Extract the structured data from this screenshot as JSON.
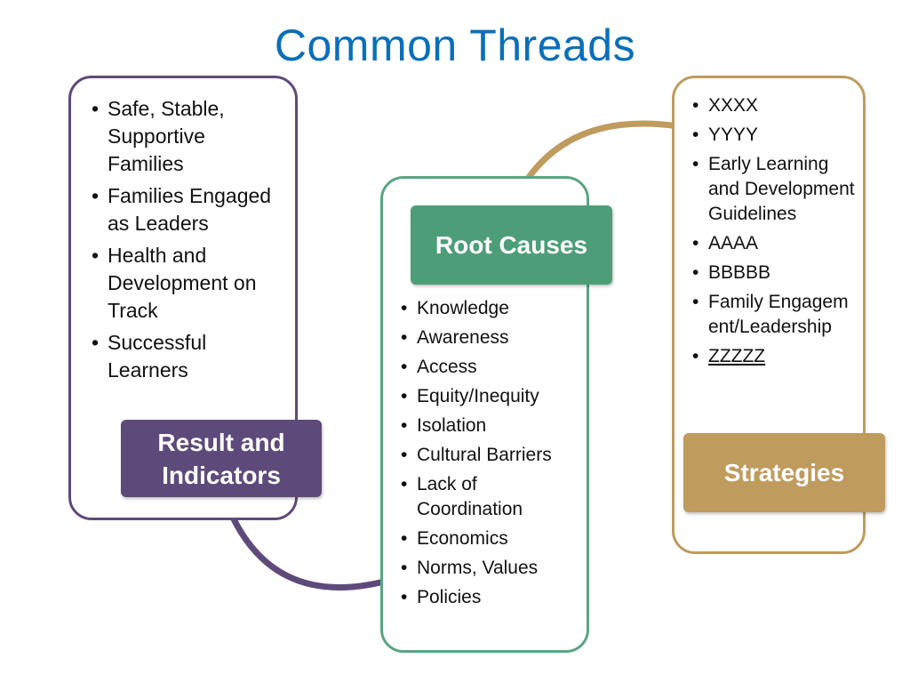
{
  "title": "Common Threads",
  "colors": {
    "title": "#0a6fb8",
    "purple": "#5e4a7a",
    "green": "#4d9e78",
    "tan": "#bf9b5e"
  },
  "panels": {
    "result": {
      "label_line1": "Result and",
      "label_line2": "Indicators",
      "items": [
        "Safe, Stable, Supportive Families",
        "Families Engaged as Leaders",
        "Health and Development on Track",
        "Successful Learners"
      ]
    },
    "root_causes": {
      "label": "Root Causes",
      "items": [
        "Knowledge",
        "Awareness",
        "Access",
        "Equity/Inequity",
        "Isolation",
        "Cultural Barriers",
        "Lack of Coordination",
        "Economics",
        "Norms, Values",
        "Policies"
      ]
    },
    "strategies": {
      "label": "Strategies",
      "items": [
        "XXXX",
        "YYYY",
        "Early Learning and Development Guidelines",
        "AAAA",
        "BBBBB",
        "Family Engagement/Leadership",
        "ZZZZZ"
      ]
    }
  }
}
